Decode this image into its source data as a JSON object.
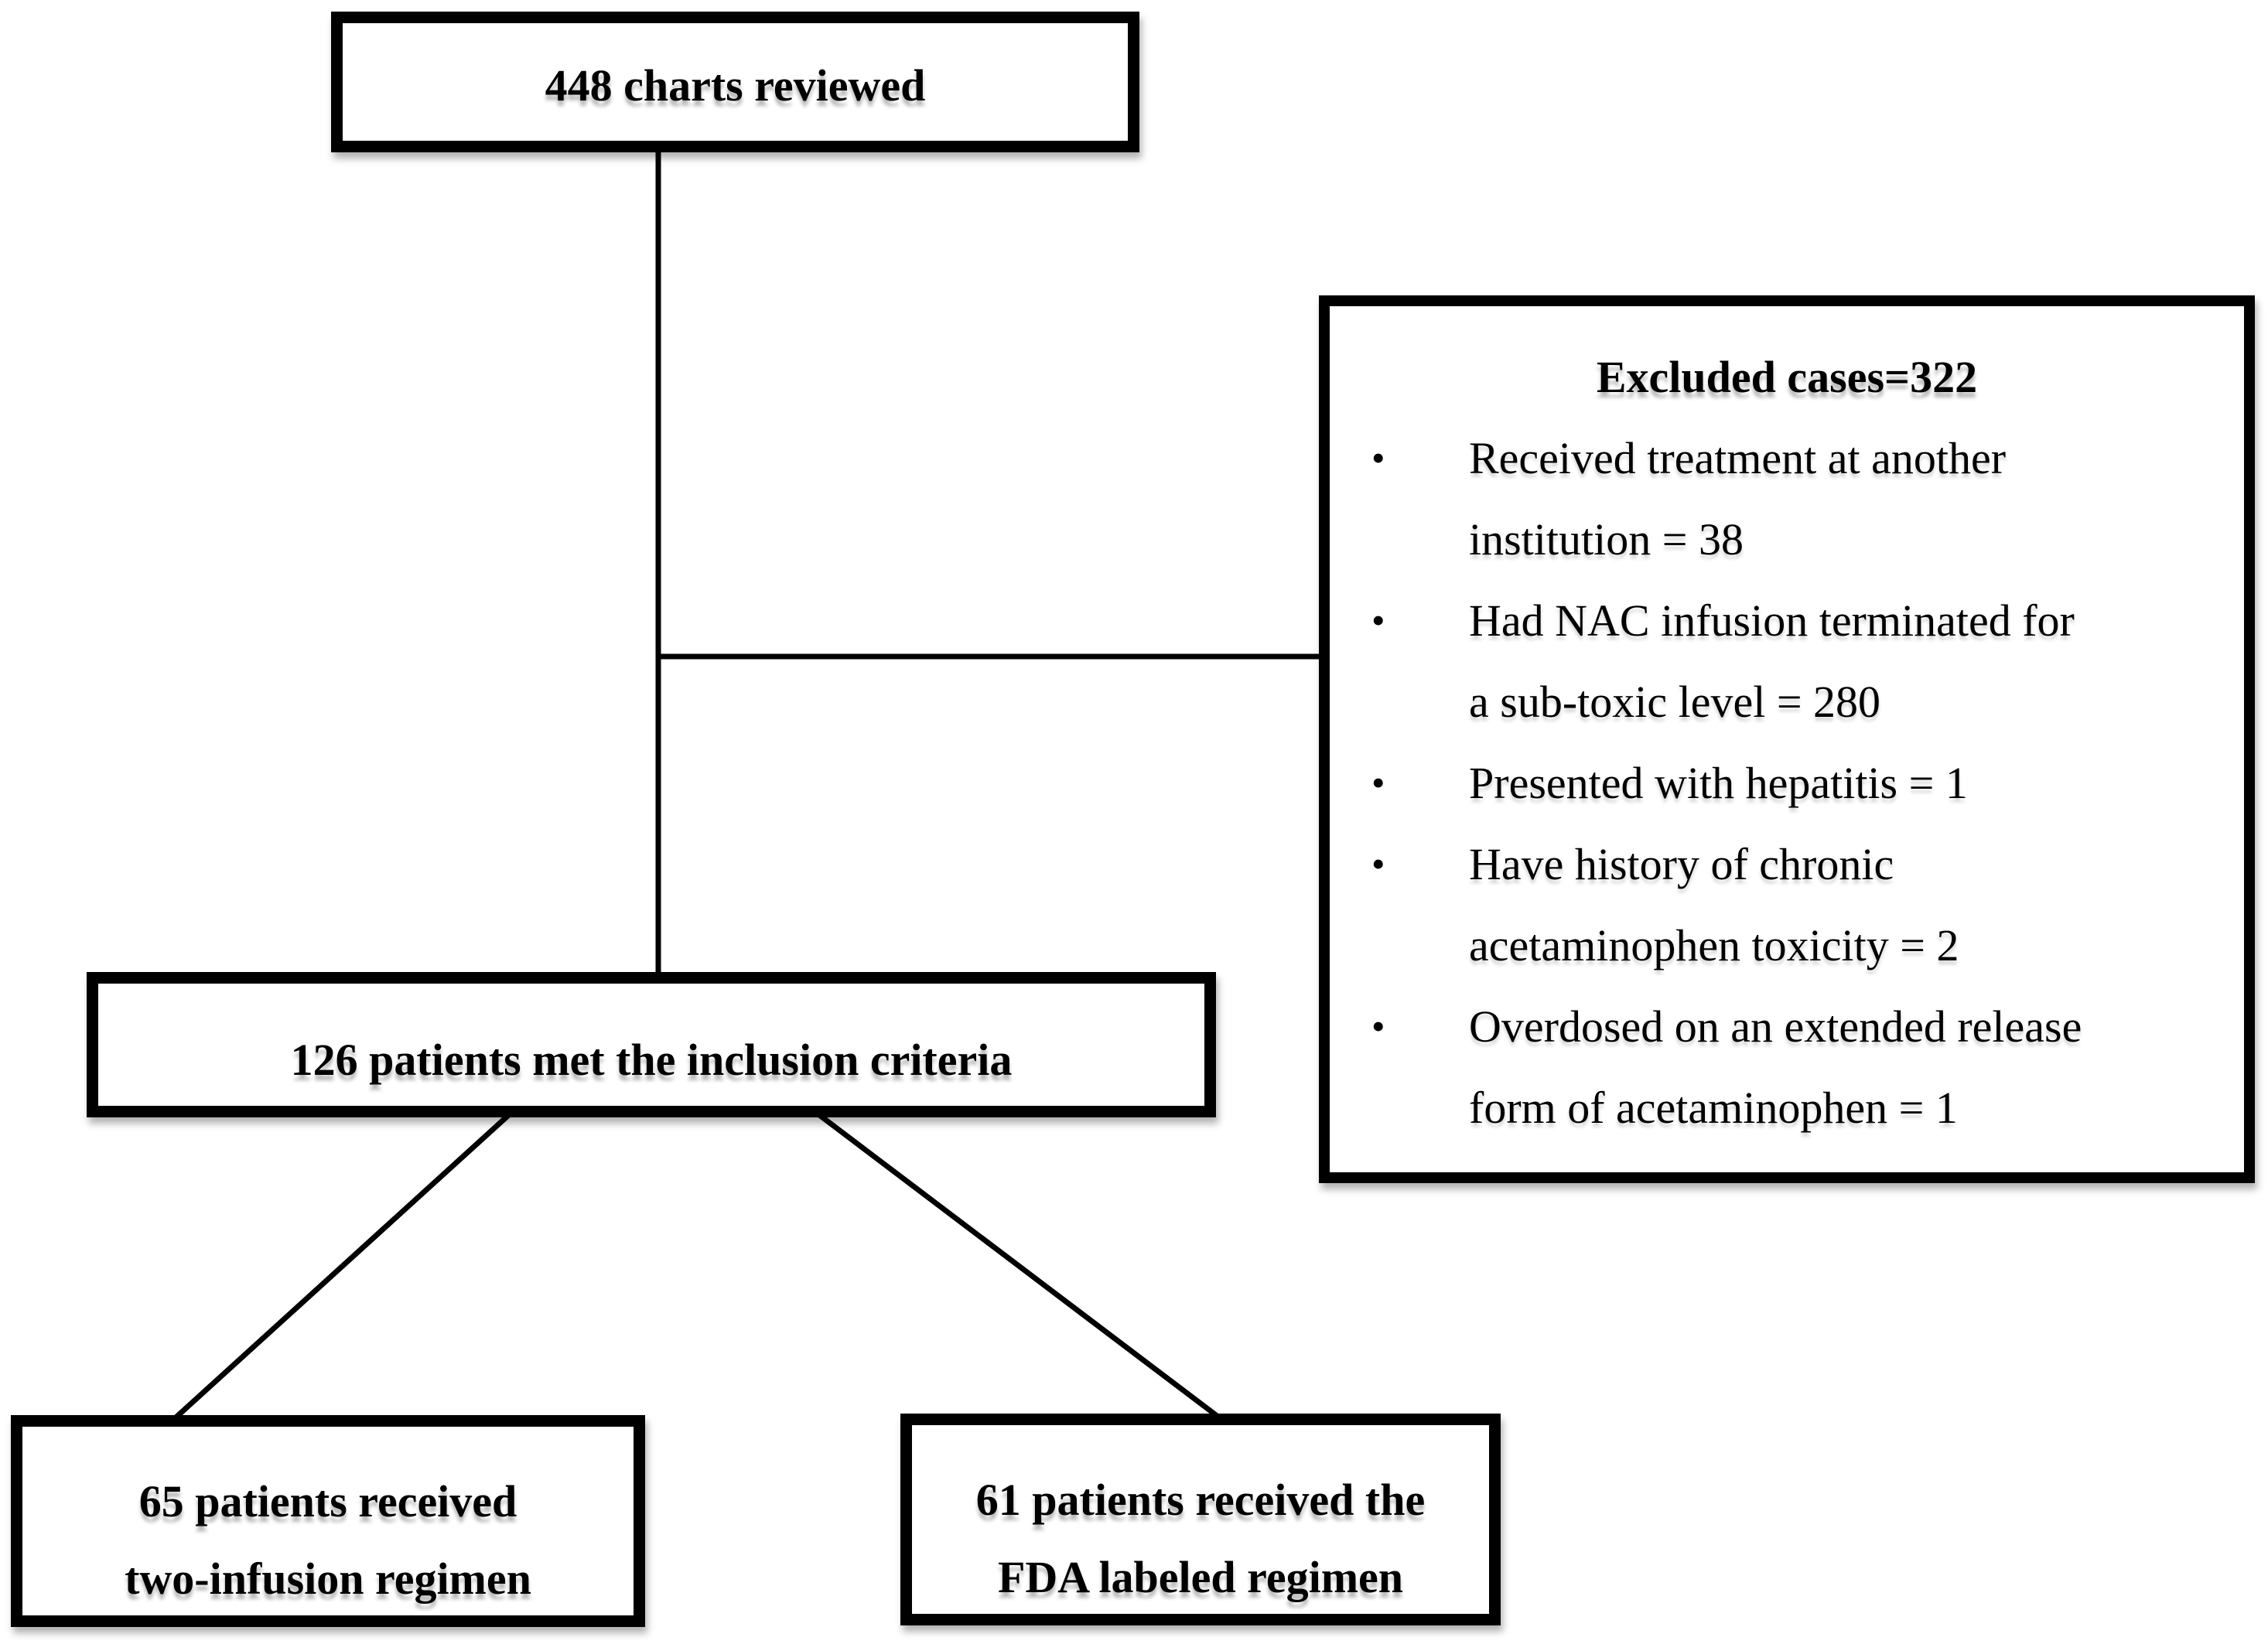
{
  "colors": {
    "ink": "#000000",
    "background": "#ffffff"
  },
  "flowchart": {
    "top_box": {
      "label": "448 charts reviewed"
    },
    "excluded_box": {
      "title": "Excluded cases=322",
      "bullet_glyph": "•",
      "items": [
        {
          "lines": [
            "Received treatment at another",
            "institution = 38"
          ]
        },
        {
          "lines": [
            "Had NAC infusion terminated for",
            "a sub-toxic level = 280"
          ]
        },
        {
          "lines": [
            "Presented with hepatitis = 1"
          ]
        },
        {
          "lines": [
            "Have history of chronic",
            "acetaminophen toxicity = 2"
          ]
        },
        {
          "lines": [
            "Overdosed on an extended release",
            "form of acetaminophen = 1"
          ]
        }
      ]
    },
    "inclusion_box": {
      "label": "126 patients met the inclusion criteria"
    },
    "two_infusion_box": {
      "lines": [
        "65 patients received",
        "two-infusion regimen"
      ]
    },
    "fda_box": {
      "lines": [
        "61 patients received the",
        "FDA labeled regimen"
      ]
    }
  }
}
